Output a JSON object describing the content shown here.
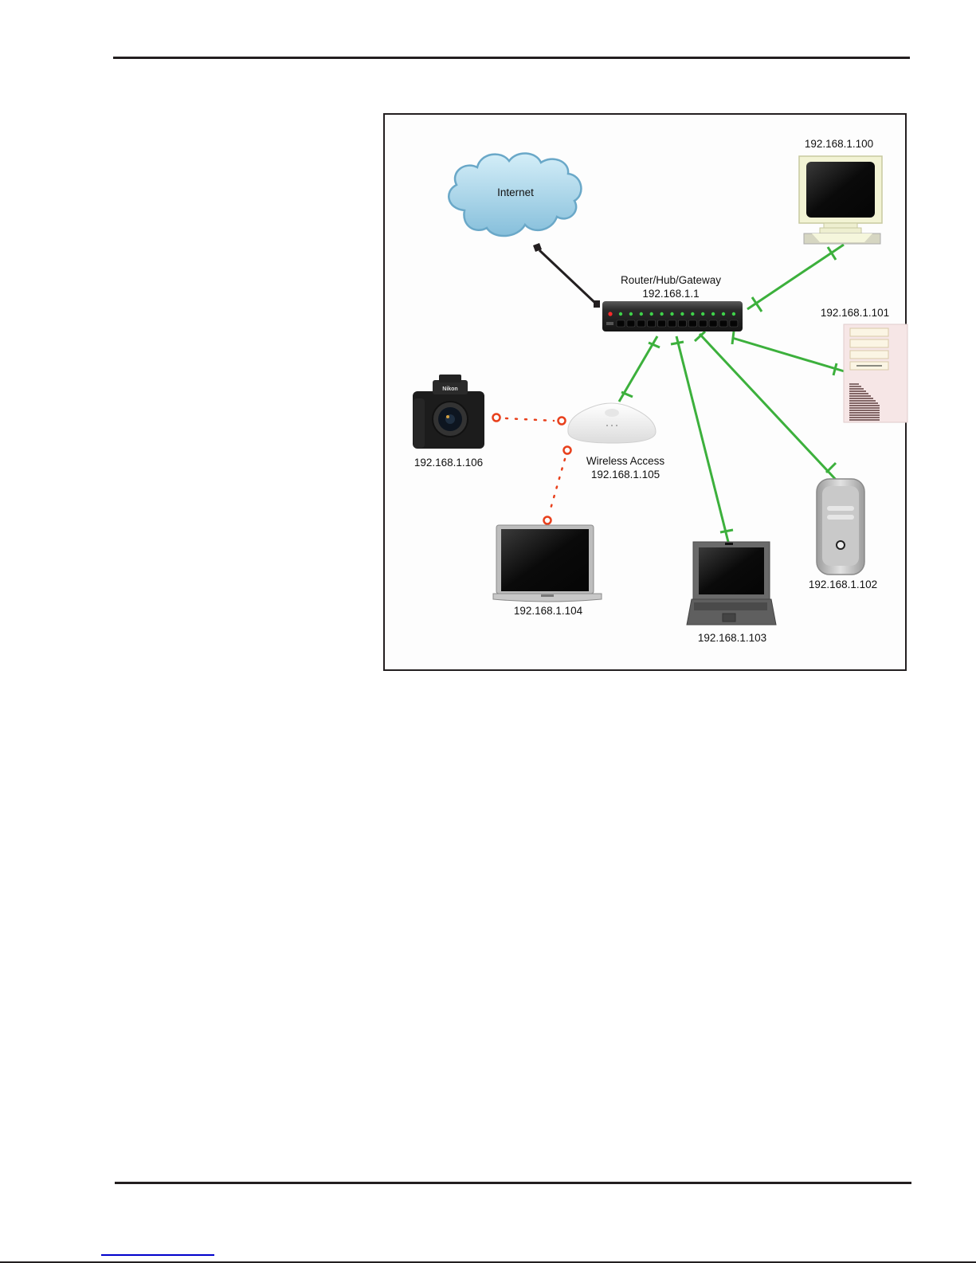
{
  "figure": {
    "internet": {
      "label": "Internet"
    },
    "router": {
      "label_line1": "Router/Hub/Gateway",
      "label_line2": "192.168.1.1",
      "port_count": 12
    },
    "wireless": {
      "label_line1": "Wireless Access",
      "label_line2": "192.168.1.105"
    },
    "devices": [
      {
        "id": "desktop-monitor",
        "ip": "192.168.1.100",
        "connection": "wired"
      },
      {
        "id": "tower-server",
        "ip": "192.168.1.101",
        "connection": "wired"
      },
      {
        "id": "mac-pro",
        "ip": "192.168.1.102",
        "connection": "wired"
      },
      {
        "id": "laptop-dark",
        "ip": "192.168.1.103",
        "connection": "wired"
      },
      {
        "id": "laptop-silver",
        "ip": "192.168.1.104",
        "connection": "wireless"
      },
      {
        "id": "camera",
        "ip": "192.168.1.106",
        "connection": "wireless",
        "brand": "Nikon"
      }
    ],
    "colors": {
      "wired": "#3cb03c",
      "wireless": "#e8401c",
      "uplink": "#231f20",
      "cloud": "#a9d6ea"
    }
  }
}
